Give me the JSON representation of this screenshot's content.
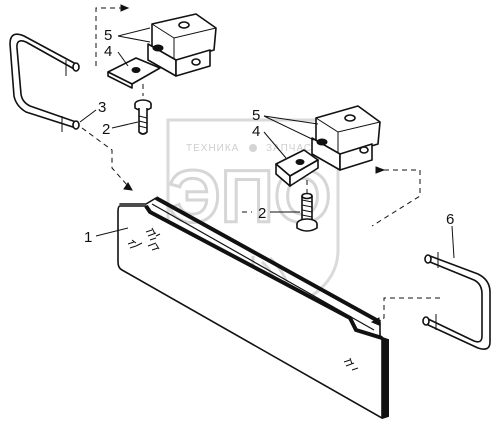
{
  "callouts": {
    "plate": "1",
    "bolt_top": "2",
    "bolt_mid": "2",
    "ubolt_left": "3",
    "clamp_plate_top": "4",
    "clamp_plate_mid": "4",
    "clamp_block_top": "5",
    "clamp_block_mid": "5",
    "ubolt_right": "6"
  },
  "watermark": {
    "top_text": "ТЕХНИКА",
    "top_text_right": "ЗАПЧАСТИ",
    "logo_text": "ЭПО"
  }
}
